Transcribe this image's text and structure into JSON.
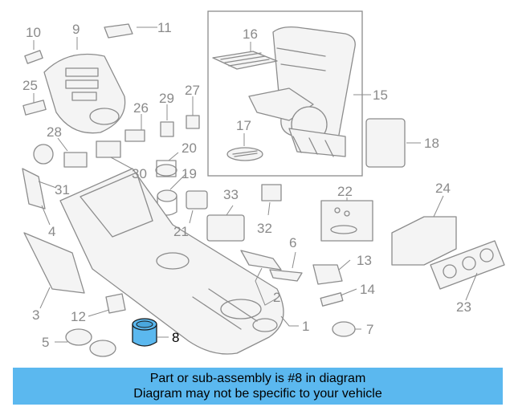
{
  "callouts": [
    "1",
    "2",
    "3",
    "4",
    "5",
    "6",
    "7",
    "8",
    "9",
    "10",
    "11",
    "12",
    "13",
    "14",
    "15",
    "16",
    "17",
    "18",
    "19",
    "20",
    "21",
    "22",
    "23",
    "24",
    "25",
    "26",
    "27",
    "28",
    "29",
    "30",
    "31",
    "32",
    "33"
  ],
  "highlight_part": "8",
  "colors": {
    "banner": "#5bb8ef",
    "highlight": "#5bb8ef",
    "line": "#8c8c8c",
    "label": "#8a8a8a"
  },
  "banner": {
    "line1": "Part or sub-assembly is #8 in diagram",
    "line2": "Diagram may not be specific to your vehicle"
  }
}
